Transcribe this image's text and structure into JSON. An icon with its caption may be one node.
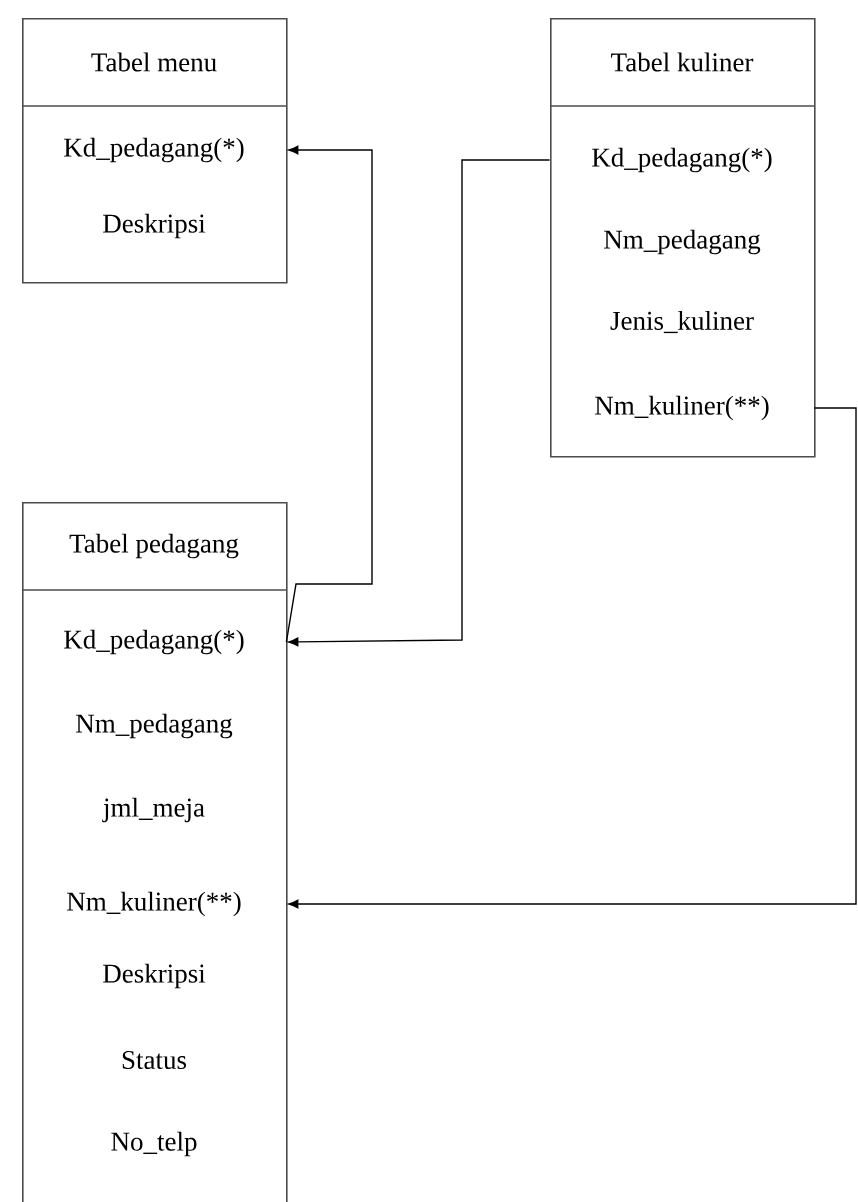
{
  "diagram": {
    "nodes": [
      {
        "text": [
          "Tabel menu"
        ]
      },
      {
        "text": [
          "Kd_pedagang(*)"
        ],
        "in": 0
      },
      {
        "text": [
          "Deskripsi"
        ],
        "in": 0
      },
      {
        "text": [
          "Tabel kuliner"
        ]
      },
      {
        "text": [
          "Kd_pedagang(*)"
        ],
        "in": 3
      },
      {
        "text": [
          "Nm_pedagang"
        ],
        "in": 3
      },
      {
        "text": [
          "Jenis_kuliner"
        ],
        "in": 3
      },
      {
        "text": [
          "Nm_kuliner(**)"
        ],
        "in": 3
      },
      {
        "text": [
          "Tabel pedagang"
        ]
      },
      {
        "text": [
          "Kd_pedagang(*)"
        ],
        "in": 8
      },
      {
        "text": [
          "Nm_pedagang"
        ],
        "in": 8
      },
      {
        "text": [
          "jml_meja"
        ],
        "in": 8
      },
      {
        "text": [
          "Nm_kuliner(**)"
        ],
        "in": 8
      },
      {
        "text": [
          "Deskripsi"
        ],
        "in": 8
      },
      {
        "text": [
          "Status"
        ],
        "in": 8
      },
      {
        "text": [
          "No_telp"
        ],
        "in": 8
      }
    ],
    "edges": [
      {
        "from": 9,
        "to": 1,
        "arrow": "to"
      },
      {
        "from": 4,
        "to": 9,
        "arrow": "to"
      },
      {
        "from": 7,
        "to": 12,
        "arrow": "to"
      }
    ]
  }
}
